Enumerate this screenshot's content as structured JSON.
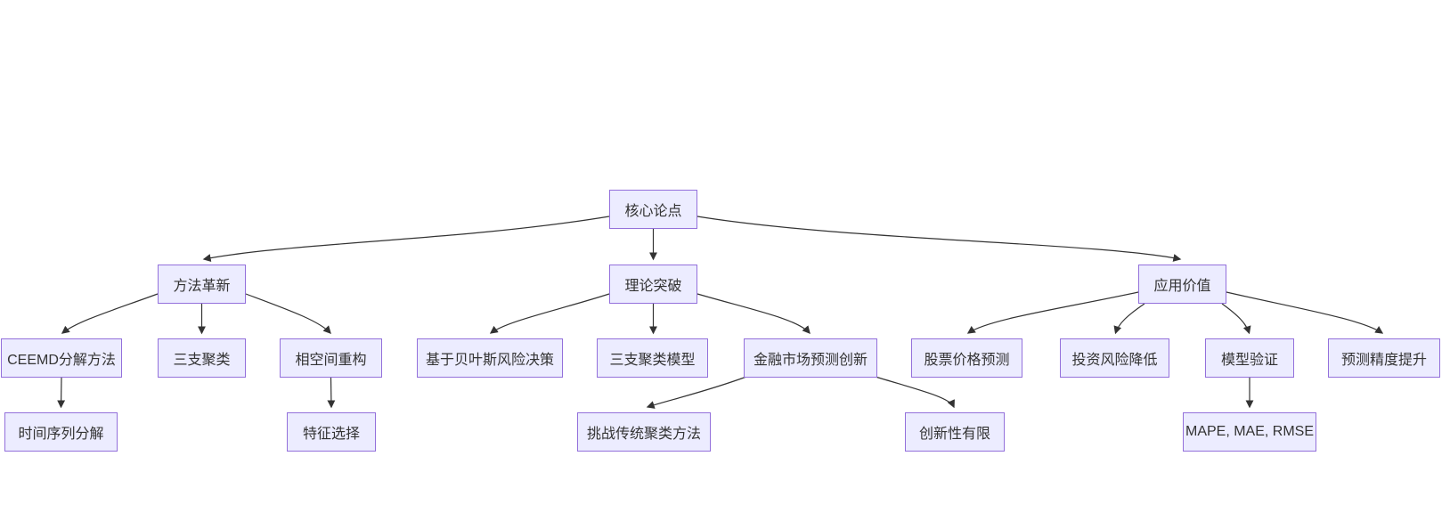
{
  "diagram_type": "flowchart-top-down",
  "colors": {
    "node_fill": "#ECECFF",
    "node_border": "#9370DB",
    "edge": "#333333",
    "text": "#333333",
    "background": "#ffffff"
  },
  "tree": {
    "root": {
      "label": "核心论点"
    },
    "branches": [
      {
        "label": "方法革新",
        "children": [
          {
            "label": "CEEMD分解方法",
            "children": [
              {
                "label": "时间序列分解"
              }
            ]
          },
          {
            "label": "三支聚类",
            "children": []
          },
          {
            "label": "相空间重构",
            "children": [
              {
                "label": "特征选择"
              }
            ]
          }
        ]
      },
      {
        "label": "理论突破",
        "children": [
          {
            "label": "基于贝叶斯风险决策",
            "children": []
          },
          {
            "label": "三支聚类模型",
            "children": []
          },
          {
            "label": "金融市场预测创新",
            "children": [
              {
                "label": "挑战传统聚类方法"
              },
              {
                "label": "创新性有限"
              }
            ]
          }
        ]
      },
      {
        "label": "应用价值",
        "children": [
          {
            "label": "股票价格预测",
            "children": []
          },
          {
            "label": "投资风险降低",
            "children": []
          },
          {
            "label": "模型验证",
            "children": [
              {
                "label": "MAPE, MAE, RMSE"
              }
            ]
          },
          {
            "label": "预测精度提升",
            "children": []
          }
        ]
      }
    ]
  }
}
